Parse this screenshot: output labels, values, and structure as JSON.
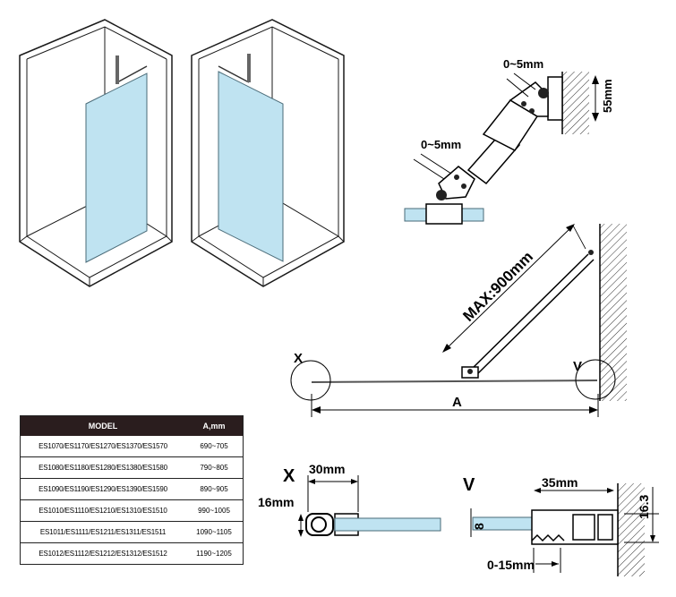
{
  "dimensions": {
    "gap_top": "0~5mm",
    "gap_bottom": "0~5mm",
    "wall_height": "55mm",
    "max_length": "MAX:900mm",
    "span": "A",
    "detail_x_marker": "X",
    "detail_v_marker": "V",
    "detail_x_title": "X",
    "detail_x_width": "30mm",
    "detail_x_height": "16mm",
    "detail_v_title": "V",
    "detail_v_glass": "8",
    "detail_v_width": "35mm",
    "detail_v_height": "16.3",
    "detail_v_adjust": "0-15mm"
  },
  "table": {
    "header_model": "MODEL",
    "header_a": "A,mm",
    "rows": [
      {
        "model": "ES1070/ES1170/ES1270/ES1370/ES1570",
        "range": "690~705"
      },
      {
        "model": "ES1080/ES1180/ES1280/ES1380/ES1580",
        "range": "790~805"
      },
      {
        "model": "ES1090/ES1190/ES1290/ES1390/ES1590",
        "range": "890~905"
      },
      {
        "model": "ES1010/ES1110/ES1210/ES1310/ES1510",
        "range": "990~1005"
      },
      {
        "model": "ES1011/ES1111/ES1211/ES1311/ES1511",
        "range": "1090~1105"
      },
      {
        "model": "ES1012/ES1112/ES1212/ES1312/ES1512",
        "range": "1190~1205"
      }
    ]
  },
  "colors": {
    "glass": "#bfe3f1",
    "line": "#1a1a1a",
    "table_header": "#2a1d1e"
  }
}
